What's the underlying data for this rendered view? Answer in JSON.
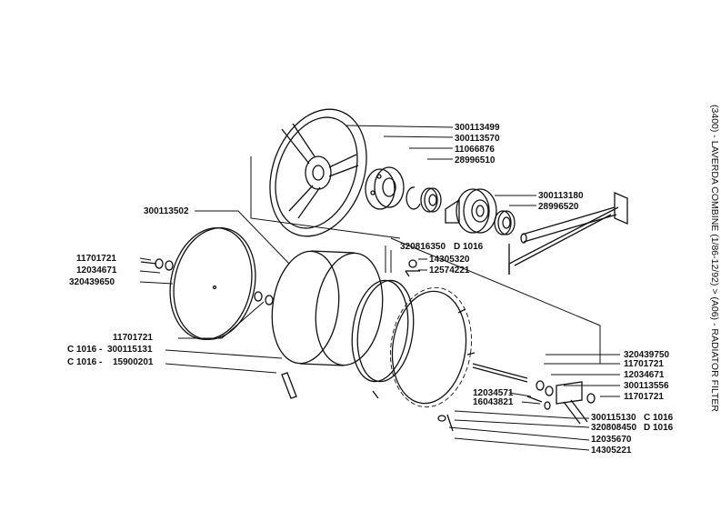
{
  "title": "(3400) - LAVERDA COMBINE (1/86-12/92) > (A06) - RADIATOR FILTER",
  "labels": {
    "l300113499": "300113499",
    "l300113570": "300113570",
    "l11066876": "11066876",
    "l28996510": "28996510",
    "l300113180": "300113180",
    "l28996520": "28996520",
    "l300113502": "300113502",
    "l320816350": "320816350",
    "l320816350_code": "D 1016",
    "l14305320": "14305320",
    "l12574221": "12574221",
    "l11701721_a": "11701721",
    "l12034671_a": "12034671",
    "l320439650": "320439650",
    "l11701721_b": "11701721",
    "l300115131_code": "C 1016 -",
    "l300115131": "300115131",
    "l15900201_code": "C 1016 -",
    "l15900201": "15900201",
    "l320439750": "320439750",
    "l11701721_c": "11701721",
    "l12034671_b": "12034671",
    "l300113556": "300113556",
    "l12034571": "12034571",
    "l11701721_d": "11701721",
    "l16043821": "16043821",
    "l300115130": "300115130",
    "l300115130_code": "C 1016",
    "l320808450": "320808450",
    "l320808450_code": "D 1016",
    "l12035670": "12035670",
    "l14305221": "14305221"
  }
}
